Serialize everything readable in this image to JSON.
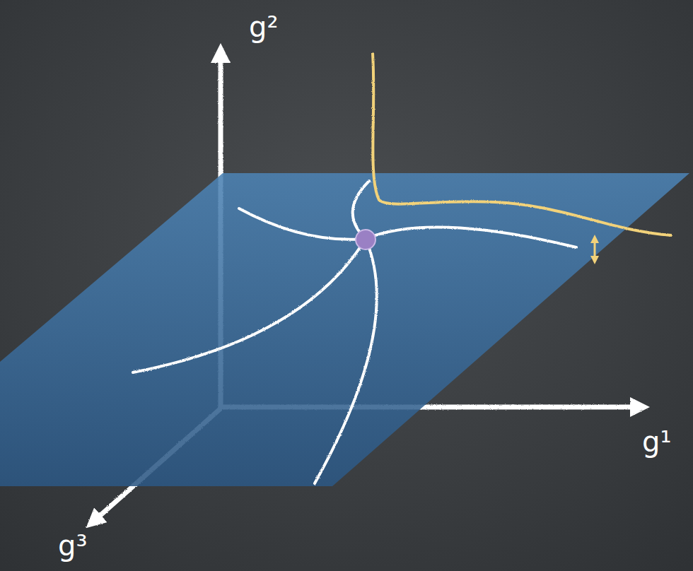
{
  "diagram": {
    "labels": [
      "g²",
      "g¹",
      "g³"
    ]
  }
}
